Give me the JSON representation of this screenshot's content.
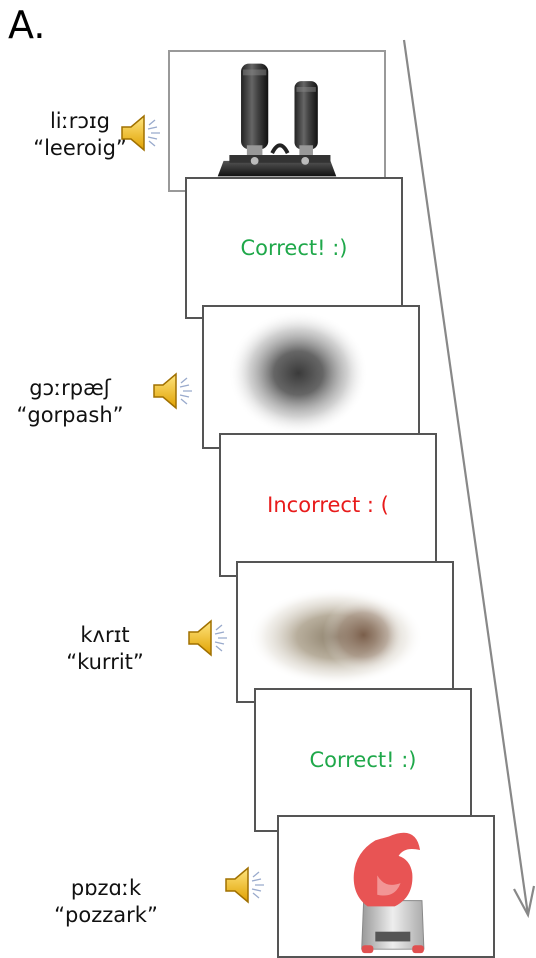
{
  "panel_label": "A.",
  "trials": [
    {
      "ipa": "liːrɔɪg",
      "spelling": "“leeroig”",
      "image": "wine-preserver-object-icon"
    },
    {
      "feedback": "Correct! :)",
      "status": "correct"
    },
    {
      "ipa": "gɔːrpæʃ",
      "spelling": "“gorpash”",
      "image": "blurred-dark-blob"
    },
    {
      "feedback": "Incorrect  : (",
      "status": "incorrect"
    },
    {
      "ipa": "kʌrɪt",
      "spelling": "“kurrit”",
      "image": "blurred-oblong-blob"
    },
    {
      "feedback": "Correct! :)",
      "status": "correct"
    },
    {
      "ipa": "pɒzɑːk",
      "spelling": "“pozzark”",
      "image": "red-clip-object-icon"
    }
  ],
  "speaker_icon": "speaker-icon",
  "arrow_icon": "time-arrow"
}
